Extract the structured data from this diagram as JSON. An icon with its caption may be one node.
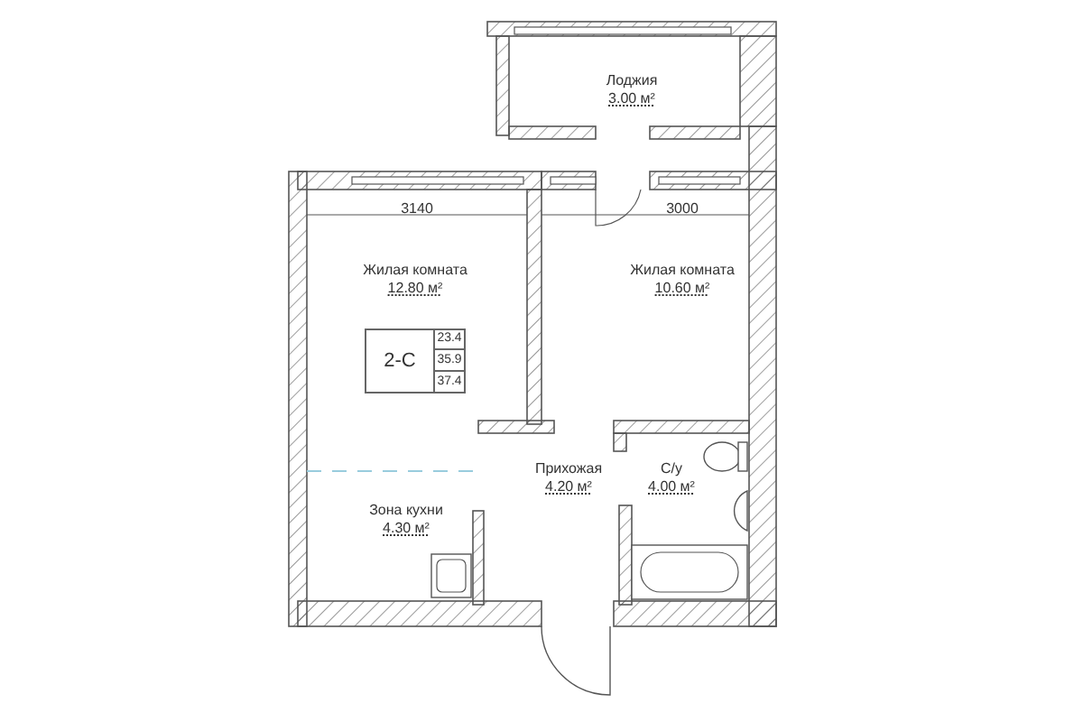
{
  "diagram": {
    "nodes": [
      {
        "text": [
          "Лоджия",
          "3.00 м²"
        ]
      },
      {
        "text": [
          "Жилая комната",
          "12.80 м²"
        ]
      },
      {
        "text": [
          "Жилая комната",
          "10.60 м²"
        ]
      },
      {
        "text": [
          "Прихожая",
          "4.20 м²"
        ]
      },
      {
        "text": [
          "Зона кухни",
          "4.30 м²"
        ]
      },
      {
        "text": [
          "С/у",
          "4.00 м²"
        ]
      }
    ],
    "edges": [],
    "labels": [
      "3140",
      "3000",
      "2-C",
      "23.4",
      "35.9",
      "37.4"
    ]
  }
}
